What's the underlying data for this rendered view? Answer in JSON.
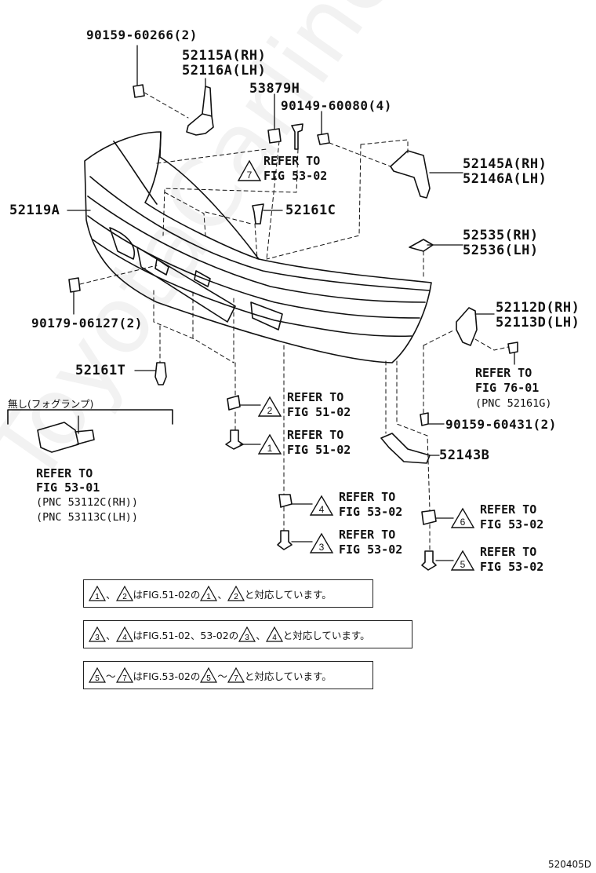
{
  "watermark": "ToyotaCarline.ru",
  "figure_code": "520405D",
  "parts": {
    "p90159_60266": "90159-60266(2)",
    "p52115A": "52115A(RH)",
    "p52116A": "52116A(LH)",
    "p53879H": "53879H",
    "p90149_60080": "90149-60080(4)",
    "p52145A": "52145A(RH)",
    "p52146A": "52146A(LH)",
    "p52119A": "52119A",
    "p52161C": "52161C",
    "p52535": "52535(RH)",
    "p52536": "52536(LH)",
    "p90179_06127": "90179-06127(2)",
    "p52112D": "52112D(RH)",
    "p52113D": "52113D(LH)",
    "p52161T": "52161T",
    "p90159_60431": "90159-60431(2)",
    "p52143B": "52143B"
  },
  "refs": {
    "r7": {
      "num": "7",
      "line1": "REFER TO",
      "line2": "FIG 53-02"
    },
    "r2": {
      "num": "2",
      "line1": "REFER TO",
      "line2": "FIG 51-02"
    },
    "r1": {
      "num": "1",
      "line1": "REFER TO",
      "line2": "FIG 51-02"
    },
    "r4": {
      "num": "4",
      "line1": "REFER TO",
      "line2": "FIG 53-02"
    },
    "r3": {
      "num": "3",
      "line1": "REFER TO",
      "line2": "FIG 53-02"
    },
    "r6": {
      "num": "6",
      "line1": "REFER TO",
      "line2": "FIG 53-02"
    },
    "r5": {
      "num": "5",
      "line1": "REFER TO",
      "line2": "FIG 53-02"
    },
    "r76": {
      "line1": "REFER TO",
      "line2": "FIG 76-01",
      "line3": "(PNC 52161G)"
    }
  },
  "fog": {
    "header": "無し(フォグランプ)",
    "line1": "REFER TO",
    "line2": "FIG 53-01",
    "line3": "(PNC 53112C(RH))",
    "line4": "(PNC 53113C(LH))"
  },
  "notes": {
    "n1": {
      "a": "1",
      "sep1": "、",
      "b": "2",
      "mid": "はFIG.51-02の",
      "c": "1",
      "sep2": "、",
      "d": "2",
      "tail": "と対応しています。"
    },
    "n2": {
      "a": "3",
      "sep1": "、",
      "b": "4",
      "mid": "はFIG.51-02、53-02の",
      "c": "3",
      "sep2": "、",
      "d": "4",
      "tail": "と対応しています。"
    },
    "n3": {
      "a": "5",
      "sep1": "～",
      "b": "7",
      "mid": "はFIG.53-02の",
      "c": "5",
      "sep2": "～",
      "d": "7",
      "tail": "と対応しています。"
    }
  }
}
